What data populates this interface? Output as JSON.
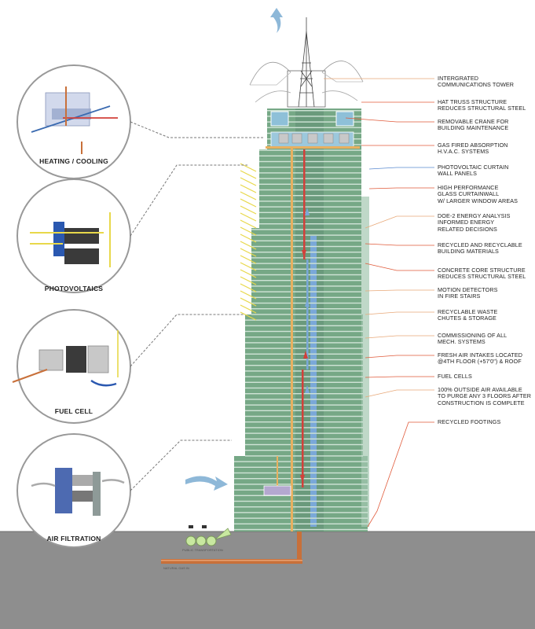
{
  "annotations": [
    {
      "text": "INTERGRATED\nCOMMUNICATIONS TOWER",
      "color": "#e8a878"
    },
    {
      "text": "HAT TRUSS STRUCTURE\nREDUCES STRUCTURAL STEEL",
      "color": "#e05a3a"
    },
    {
      "text": "REMOVABLE CRANE FOR\nBUILDING MAINTENANCE",
      "color": "#e05a3a"
    },
    {
      "text": "GAS FIRED ABSORPTION\nH.V.A.C. SYSTEMS",
      "color": "#e05a3a"
    },
    {
      "text": "PHOTOVOLTAIC CURTAIN\nWALL PANELS",
      "color": "#5a8ad0"
    },
    {
      "text": "HIGH PERFORMANCE\nGLASS CURTAINWALL\nW/ LARGER WINDOW AREAS",
      "color": "#e05a3a"
    },
    {
      "text": "DOE-2 ENERGY ANALYSIS\nINFORMED ENERGY\nRELATED DECISIONS",
      "color": "#e8a878"
    },
    {
      "text": "RECYCLED AND RECYCLABLE\nBUILDING MATERIALS",
      "color": "#e05a3a"
    },
    {
      "text": "CONCRETE CORE STRUCTURE\nREDUCES STRUCTURAL STEEL",
      "color": "#e05a3a"
    },
    {
      "text": "MOTION DETECTORS\nIN FIRE STAIRS",
      "color": "#e8a878"
    },
    {
      "text": "RECYCLABLE WASTE\nCHUTES & STORAGE",
      "color": "#e8a878"
    },
    {
      "text": "COMMISSIONING OF ALL\nMECH. SYSTEMS",
      "color": "#e8a878"
    },
    {
      "text": "FRESH AIR INTAKES LOCATED\n@4TH FLOOR (+57'0\") & ROOF",
      "color": "#e05a3a"
    },
    {
      "text": "FUEL CELLS",
      "color": "#e05a3a"
    },
    {
      "text": "100% OUTSIDE AIR AVAILABLE\nTO PURGE ANY 3 FLOORS AFTER\nCONSTRUCTION IS COMPLETE",
      "color": "#e8a878"
    },
    {
      "text": "RECYCLED FOOTINGS",
      "color": "#e05a3a"
    }
  ],
  "details": [
    {
      "caption": "HEATING / COOLING"
    },
    {
      "caption": "PHOTOVOLTAICS"
    },
    {
      "caption": "FUEL CELL"
    },
    {
      "caption": "AIR FILTRATION"
    }
  ],
  "small_labels": {
    "transit": "PUBLIC TRANSPORTATION",
    "gas": "NATURAL GAS IN"
  },
  "colors": {
    "facade": "#76a886",
    "facade_dark": "#5a8a6c",
    "facade_light": "#a4c8b0",
    "ground": "#8e8e8e",
    "pipe": "#c8703a",
    "riser_red": "#d2403a",
    "riser_blue": "#7aa8d8",
    "sun": "#e8d84a"
  }
}
